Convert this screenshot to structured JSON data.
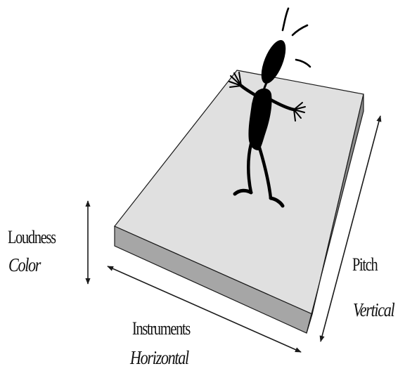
{
  "labels": {
    "loudness": {
      "name": "Loudness",
      "encoding": "Color"
    },
    "pitch": {
      "name": "Pitch",
      "encoding": "Vertical"
    },
    "instruments": {
      "name": "Instruments",
      "encoding": "Horizontal"
    }
  },
  "colors": {
    "platform_top": "#e0e0e0",
    "platform_front": "#a6a6a6",
    "platform_side": "#8c8c8c",
    "outline": "#1a1a1a",
    "figure": "#000000"
  },
  "icons": {
    "figure": "stick-figure-icon"
  }
}
